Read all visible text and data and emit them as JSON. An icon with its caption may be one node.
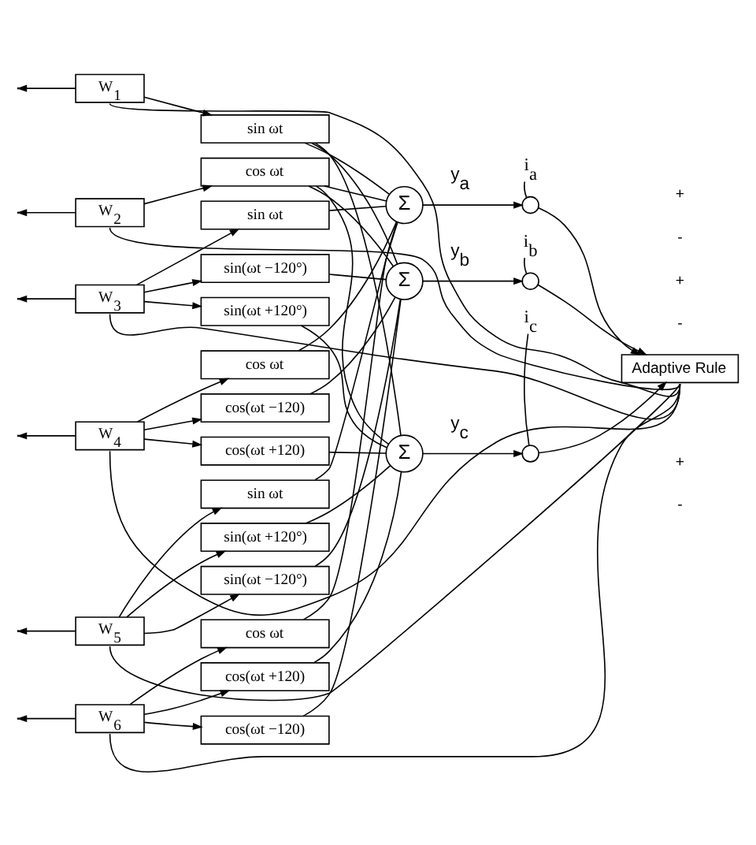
{
  "diagram": {
    "nodes": [
      {
        "text": [
          "W$_{1}$"
        ]
      },
      {
        "text": [
          "sin ωt"
        ]
      },
      {
        "text": [
          "W$_{2}$"
        ]
      },
      {
        "text": [
          "cos ωt"
        ]
      },
      {
        "text": [
          "sin ωt"
        ]
      },
      {
        "text": [
          "W$_{3}$"
        ]
      },
      {
        "text": [
          "sin(ωt −120°)"
        ]
      },
      {
        "text": [
          "sin(ωt +120°)"
        ]
      },
      {
        "text": [
          "cos ωt"
        ]
      },
      {
        "text": [
          "W$_{4}$"
        ]
      },
      {
        "text": [
          "cos(ωt −120)"
        ]
      },
      {
        "text": [
          "cos(ωt +120)"
        ]
      },
      {
        "text": [
          "sin ωt"
        ]
      },
      {
        "text": [
          "W$_{5}$"
        ]
      },
      {
        "text": [
          "sin(ωt +120°)"
        ]
      },
      {
        "text": [
          "sin(ωt −120°)"
        ]
      },
      {
        "text": [
          "cos ωt"
        ]
      },
      {
        "text": [
          "W$_{6}$"
        ]
      },
      {
        "text": [
          "cos(ωt +120)"
        ]
      },
      {
        "text": [
          "cos(ωt −120)"
        ]
      },
      {
        "text": [
          "i$_{a}$"
        ]
      },
      {
        "text": [
          "i$_{b}$"
        ]
      },
      {
        "text": [
          "i$_{c}$"
        ]
      },
      {
        "text": [
          "Σ"
        ]
      },
      {
        "text": [],
        "shape": "circle"
      },
      {
        "text": [
          "Σ"
        ]
      },
      {
        "text": [],
        "shape": "circle"
      },
      {
        "text": [
          "Σ"
        ]
      },
      {
        "text": [],
        "shape": "circle"
      },
      {
        "text": [
          "Adaptive Rule"
        ]
      }
    ],
    "edges": [
      {
        "from": 0,
        "to": null,
        "arrow": "to"
      },
      {
        "from": 2,
        "to": null,
        "arrow": "to"
      },
      {
        "from": 5,
        "to": null,
        "arrow": "to"
      },
      {
        "from": 9,
        "to": null,
        "arrow": "to"
      },
      {
        "from": 13,
        "to": null,
        "arrow": "to"
      },
      {
        "from": 17,
        "to": null,
        "arrow": "to"
      },
      {
        "from": 0,
        "to": 1,
        "arrow": "to"
      },
      {
        "from": 2,
        "to": 3,
        "arrow": "to"
      },
      {
        "from": 5,
        "to": 4,
        "arrow": "to"
      },
      {
        "from": 5,
        "to": 6,
        "arrow": "to"
      },
      {
        "from": 5,
        "to": 7,
        "arrow": "to"
      },
      {
        "from": 9,
        "to": 8,
        "arrow": "to"
      },
      {
        "from": 9,
        "to": 10,
        "arrow": "to"
      },
      {
        "from": 9,
        "to": 11,
        "arrow": "to"
      },
      {
        "from": 13,
        "to": 12,
        "arrow": "to"
      },
      {
        "from": 13,
        "to": 14,
        "arrow": "to"
      },
      {
        "from": 13,
        "to": 15,
        "arrow": "to"
      },
      {
        "from": 17,
        "to": 16,
        "arrow": "to"
      },
      {
        "from": 17,
        "to": 18,
        "arrow": "to"
      },
      {
        "from": 17,
        "to": 19,
        "arrow": "to"
      },
      {
        "from": 1,
        "to": 23,
        "arrow": "none"
      },
      {
        "from": 1,
        "to": 25,
        "arrow": "none"
      },
      {
        "from": 1,
        "to": 27,
        "arrow": "none"
      },
      {
        "from": 3,
        "to": 23,
        "arrow": "none"
      },
      {
        "from": 3,
        "to": 25,
        "arrow": "none"
      },
      {
        "from": 3,
        "to": 27,
        "arrow": "none"
      },
      {
        "from": 4,
        "to": 23,
        "arrow": "none"
      },
      {
        "from": 6,
        "to": 25,
        "arrow": "none"
      },
      {
        "from": 7,
        "to": 27,
        "arrow": "none"
      },
      {
        "from": 8,
        "to": 23,
        "arrow": "none"
      },
      {
        "from": 10,
        "to": 25,
        "arrow": "none"
      },
      {
        "from": 11,
        "to": 27,
        "arrow": "none"
      },
      {
        "from": 12,
        "to": 23,
        "arrow": "none"
      },
      {
        "from": 14,
        "to": 27,
        "arrow": "none"
      },
      {
        "from": 15,
        "to": 25,
        "arrow": "none"
      },
      {
        "from": 16,
        "to": 23,
        "arrow": "none"
      },
      {
        "from": 18,
        "to": 27,
        "arrow": "none"
      },
      {
        "from": 19,
        "to": 25,
        "arrow": "none"
      },
      {
        "from": 23,
        "to": 24,
        "arrow": "to",
        "label": "y$_{a}$"
      },
      {
        "from": 25,
        "to": 26,
        "arrow": "to",
        "label": "y$_{b}$"
      },
      {
        "from": 27,
        "to": 28,
        "arrow": "to",
        "label": "y$_{c}$"
      },
      {
        "from": 20,
        "to": 24,
        "arrow": "none"
      },
      {
        "from": 21,
        "to": 26,
        "arrow": "none"
      },
      {
        "from": 22,
        "to": 28,
        "arrow": "none"
      },
      {
        "from": 24,
        "to": 29,
        "arrow": "to"
      },
      {
        "from": 26,
        "to": 29,
        "arrow": "to"
      },
      {
        "from": 28,
        "to": 29,
        "arrow": "to"
      },
      {
        "from": 29,
        "to": 0,
        "arrow": "none"
      },
      {
        "from": 29,
        "to": 2,
        "arrow": "none"
      },
      {
        "from": 29,
        "to": 5,
        "arrow": "none"
      },
      {
        "from": 29,
        "to": 9,
        "arrow": "none"
      },
      {
        "from": 29,
        "to": 13,
        "arrow": "none"
      },
      {
        "from": 29,
        "to": 17,
        "arrow": "none"
      }
    ],
    "labels": [
      "+",
      "-",
      "+",
      "-",
      "+",
      "-"
    ]
  }
}
